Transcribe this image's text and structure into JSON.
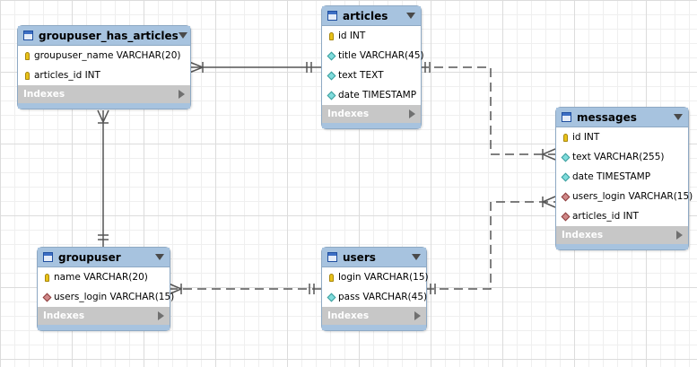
{
  "tables": {
    "groupuser_has_articles": {
      "title": "groupuser_has_articles",
      "columns": [
        {
          "text": "groupuser_name VARCHAR(20)",
          "icon": "primary-key-icon"
        },
        {
          "text": "articles_id INT",
          "icon": "primary-key-icon"
        }
      ],
      "indexes_label": "Indexes"
    },
    "articles": {
      "title": "articles",
      "columns": [
        {
          "text": "id INT",
          "icon": "primary-key-icon"
        },
        {
          "text": "title VARCHAR(45)",
          "icon": "column-icon"
        },
        {
          "text": "text TEXT",
          "icon": "column-icon"
        },
        {
          "text": "date TIMESTAMP",
          "icon": "column-icon"
        }
      ],
      "indexes_label": "Indexes"
    },
    "messages": {
      "title": "messages",
      "columns": [
        {
          "text": "id INT",
          "icon": "primary-key-icon"
        },
        {
          "text": "text VARCHAR(255)",
          "icon": "column-icon"
        },
        {
          "text": "date TIMESTAMP",
          "icon": "column-icon"
        },
        {
          "text": "users_login VARCHAR(15)",
          "icon": "foreign-key-icon"
        },
        {
          "text": "articles_id INT",
          "icon": "foreign-key-icon"
        }
      ],
      "indexes_label": "Indexes"
    },
    "groupuser": {
      "title": "groupuser",
      "columns": [
        {
          "text": "name VARCHAR(20)",
          "icon": "primary-key-icon"
        },
        {
          "text": "users_login VARCHAR(15)",
          "icon": "foreign-key-icon"
        }
      ],
      "indexes_label": "Indexes"
    },
    "users": {
      "title": "users",
      "columns": [
        {
          "text": "login VARCHAR(15)",
          "icon": "primary-key-icon"
        },
        {
          "text": "pass VARCHAR(45)",
          "icon": "column-icon"
        }
      ],
      "indexes_label": "Indexes"
    }
  },
  "colors": {
    "header": "#a7c3df",
    "indexes_bar": "#c7c7c7",
    "connector": "#555555",
    "primary_key": "#e8c21a",
    "column": "#7fdcdc",
    "foreign_key": "#d08888"
  }
}
